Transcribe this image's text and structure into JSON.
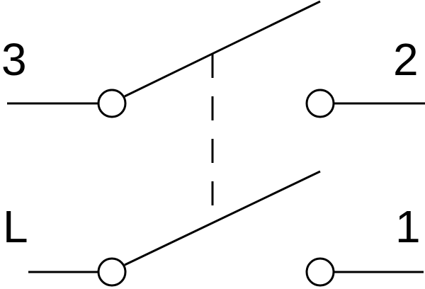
{
  "labels": {
    "terminal_3": "3",
    "terminal_2": "2",
    "terminal_l": "L",
    "terminal_1": "1"
  },
  "colors": {
    "line": "#000000",
    "background": "#ffffff"
  }
}
